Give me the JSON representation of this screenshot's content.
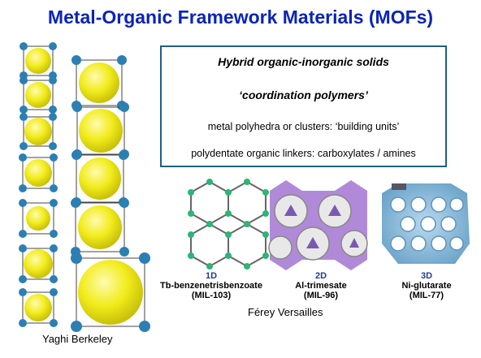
{
  "title": "Metal-Organic Framework Materials (MOFs)",
  "box": {
    "line1": "Hybrid organic-inorganic  solids",
    "line2": "‘coordination polymers’",
    "line3": "metal polyhedra or clusters: ‘building units’",
    "line4": "polydentate organic linkers: carboxylates / amines"
  },
  "structures": [
    {
      "dim": "1D",
      "name": "Tb-benzenetrisbenzoate",
      "code": "(MIL-103)"
    },
    {
      "dim": "2D",
      "name": "Al-trimesate",
      "code": "(MIL-96)"
    },
    {
      "dim": "3D",
      "name": "Ni-glutarate",
      "code": "(MIL-77)"
    }
  ],
  "credit_ferey": "Férey Versailles",
  "credit_yaghi": "Yaghi Berkeley",
  "colors": {
    "title": "#0b24b8",
    "box_border": "#1f5f86",
    "sphere": "#f2ec1c",
    "dim_label": "#1e3c9c"
  }
}
